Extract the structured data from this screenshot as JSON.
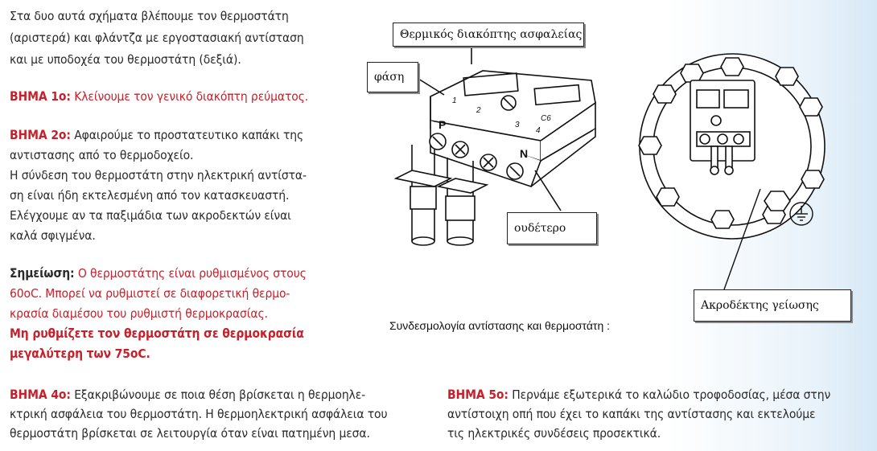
{
  "intro": {
    "line1": "Στα δυο αυτά σχήματα βλέπουμε τον θερμοστάτη",
    "line2": "(αριστερά) και φλάντζα με εργοστασιακή αντίσταση",
    "line3": "και με υποδοχέα του θερμοστάτη (δεξιά)."
  },
  "step1": {
    "label": "ΒΗΜΑ 1ο:",
    "text": "Κλείνουμε τον γενικό διακόπτη ρεύματος."
  },
  "step2": {
    "label": "ΒΗΜΑ 2ο:",
    "line1": "Αφαιρούμε το προστατευτικο καπάκι της",
    "line2": "αντιστασης από το θερμοδοχείο.",
    "line3": "Η σύνδεση του θερμοστάτη στην ηλεκτρική αντίστα-",
    "line4": "ση είναι ήδη εκτελεσμένη από τον κατασκευαστή.",
    "line5": "Ελέγχουμε αν τα παξιμάδια των ακροδεκτών είναι",
    "line6": "καλά σφιγμένα."
  },
  "note": {
    "label": "Σημείωση:",
    "line1": "Ο θερμοστάτης είναι ρυθμισμένος στους",
    "line2": "60οC. Μπορεί να ρυθμιστεί σε διαφορετική θερμο-",
    "line3": "κρασία διαμέσου του ρυθμιστή θερμοκρασίας.",
    "line4": "Μη ρυθμίζετε τον θερμοστάτη σε θερμοκρασία",
    "line5": "μεγαλύτερη των 75οC."
  },
  "step4": {
    "label": "ΒΗΜΑ 4ο:",
    "line1": "Εξακριβώνουμε σε ποια θέση βρίσκεται η θερμοηλε-",
    "line2": "κτρική ασφάλεια του θερμοστάτη. Η θερμοηλεκτρική ασφάλεια του",
    "line3": "θερμοστάτη βρίσκεται σε λειτουργία όταν είναι πατημένη μεσα."
  },
  "step5": {
    "label": "ΒΗΜΑ 5ο:",
    "line1": "Περνάμε εξωτερικά το καλώδιο τροφοδοσίας, μέσα στην",
    "line2": "αντίστοιχη οπή που έχει το καπάκι της αντίστασης και εκτελούμε",
    "line3": "τις ηλεκτρικές συνδέσεις προσεκτικά."
  },
  "diagram": {
    "label_fuse": "Θερμικός διακόπτης ασφαλείας",
    "label_phase": "φάση",
    "label_neutral": "ουδέτερο",
    "label_ground": "Ακροδέκτης γείωσης",
    "caption": "Συνδεσμολογία  αντίστασης και θερμοστάτη  :",
    "terminal_p": "P",
    "terminal_n": "N",
    "num_1": "1",
    "num_2": "2",
    "num_3": "3",
    "num_4": "4",
    "code_c6": "C6"
  },
  "colors": {
    "accent_red": "#c8202a",
    "body_text": "#2a2a2a"
  }
}
